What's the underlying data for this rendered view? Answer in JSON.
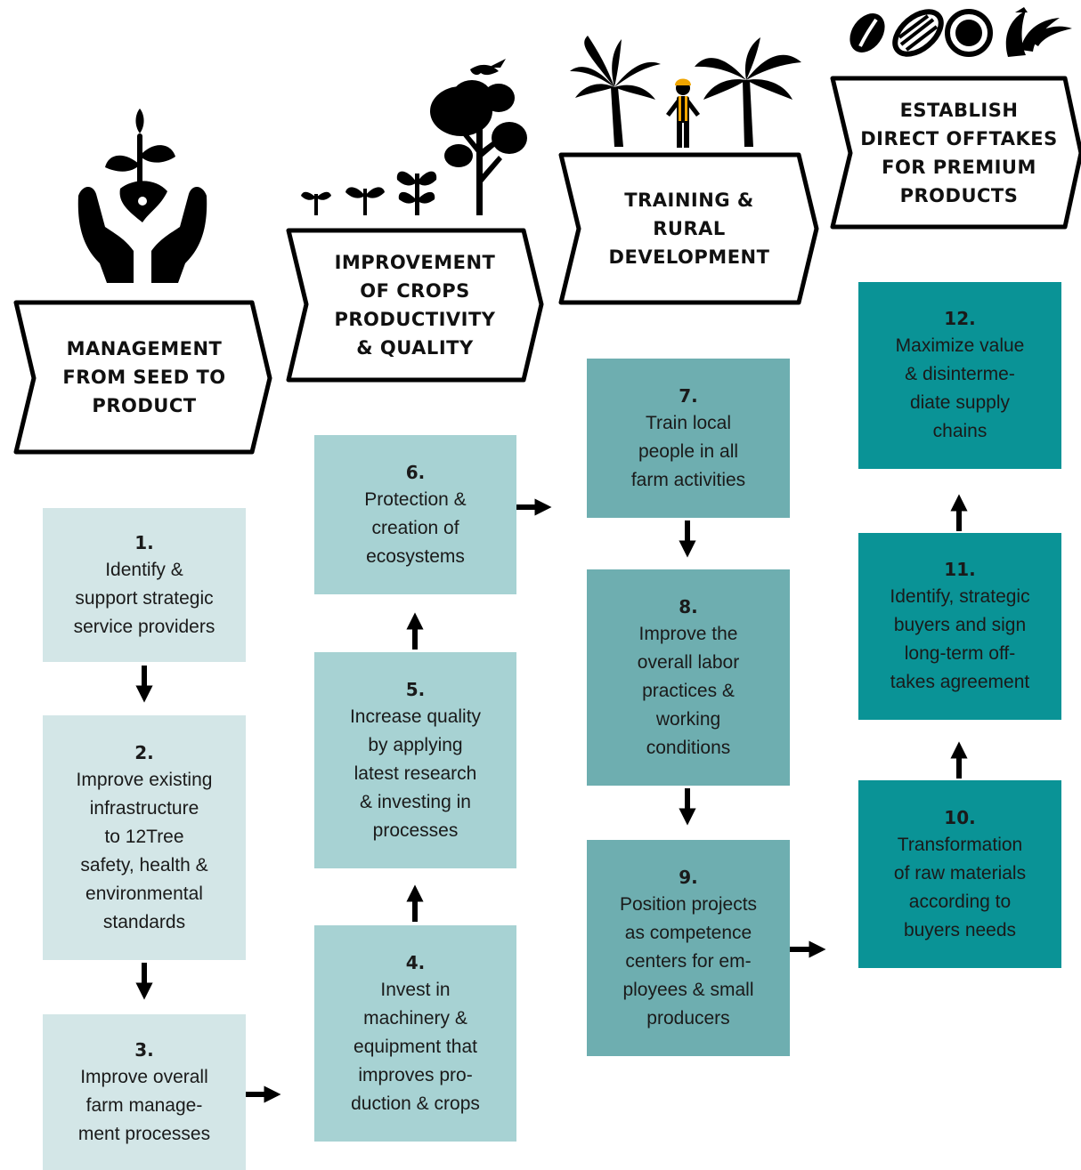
{
  "phases": [
    {
      "title": "MANAGEMENT\nFROM SEED TO\nPRODUCT"
    },
    {
      "title": "IMPROVEMENT\nOF CROPS\nPRODUCTIVITY\n& QUALITY"
    },
    {
      "title": "TRAINING &\nRURAL\nDEVELOPMENT"
    },
    {
      "title": "ESTABLISH\nDIRECT OFFTAKES\nFOR PREMIUM\nPRODUCTS"
    }
  ],
  "steps": [
    {
      "num": "1.",
      "text": "Identify &\nsupport strategic\nservice providers"
    },
    {
      "num": "2.",
      "text": "Improve existing\ninfrastructure\nto 12Tree\nsafety, health &\nenvironmental\nstandards"
    },
    {
      "num": "3.",
      "text": "Improve overall\nfarm manage-\nment processes"
    },
    {
      "num": "4.",
      "text": "Invest in\nmachinery &\nequipment that\nimproves pro-\nduction & crops"
    },
    {
      "num": "5.",
      "text": "Increase quality\nby applying\nlatest research\n& investing in\nprocesses"
    },
    {
      "num": "6.",
      "text": "Protection &\ncreation of\necosystems"
    },
    {
      "num": "7.",
      "text": "Train local\npeople in all\nfarm activities"
    },
    {
      "num": "8.",
      "text": "Improve the\noverall labor\npractices &\nworking\nconditions"
    },
    {
      "num": "9.",
      "text": "Position projects\nas competence\ncenters for em-\nployees & small\nproducers"
    },
    {
      "num": "10.",
      "text": "Transformation\nof raw materials\naccording to\nbuyers needs"
    },
    {
      "num": "11.",
      "text": "Identify, strategic\nbuyers and sign\nlong-term off-\ntakes agreement"
    },
    {
      "num": "12.",
      "text": "Maximize value\n& disinterme-\ndiate supply\nchains"
    }
  ],
  "icons": [
    "hands-sprout-icon",
    "plants-growth-icon",
    "palm-trees-worker-icon",
    "products-icon"
  ],
  "colors": {
    "step_light": "#d3e6e7",
    "step_mid": "#a7d2d3",
    "step_dark": "#6eaeb0",
    "step_teal": "#0a9396"
  }
}
